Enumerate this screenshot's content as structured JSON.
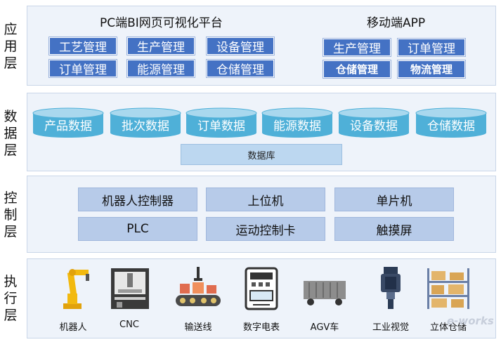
{
  "layers": {
    "app": "应用层",
    "data": "数据层",
    "control": "控制层",
    "exec": "执行层"
  },
  "app_layer": {
    "pc_title": "PC端BI网页可视化平台",
    "mobile_title": "移动端APP",
    "pc_buttons": [
      "工艺管理",
      "生产管理",
      "设备管理",
      "订单管理",
      "能源管理",
      "仓储管理"
    ],
    "mobile_buttons": [
      "生产管理",
      "订单管理",
      "仓储管理",
      "物流管理"
    ]
  },
  "data_layer": {
    "cylinders": [
      "产品数据",
      "批次数据",
      "订单数据",
      "能源数据",
      "设备数据",
      "仓储数据"
    ],
    "database": "数据库"
  },
  "control_layer": {
    "items": [
      "机器人控制器",
      "上位机",
      "单片机",
      "PLC",
      "运动控制卡",
      "触摸屏"
    ]
  },
  "exec_layer": {
    "devices": [
      {
        "label": "机器人",
        "icon": "robot-arm-icon"
      },
      {
        "label": "CNC",
        "icon": "cnc-machine-icon"
      },
      {
        "label": "输送线",
        "icon": "conveyor-icon"
      },
      {
        "label": "数字电表",
        "icon": "digital-meter-icon"
      },
      {
        "label": "AGV车",
        "icon": "agv-cart-icon"
      },
      {
        "label": "工业视觉",
        "icon": "camera-icon"
      },
      {
        "label": "立体仓储",
        "icon": "warehouse-rack-icon"
      }
    ]
  },
  "watermark": "e-works",
  "colors": {
    "button_blue": "#4472c4",
    "cylinder_blue": "#4fb0d8",
    "control_box": "#b7cbe9",
    "panel_bg": "#eef3fa"
  }
}
